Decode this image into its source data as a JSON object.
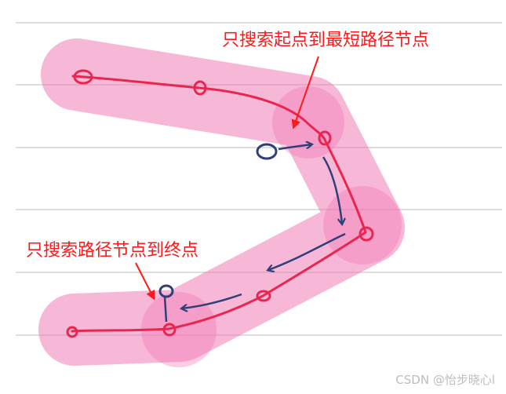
{
  "annotations": {
    "start_label": "只搜索起点到最短路径节点",
    "end_label": "只搜索路径节点到终点"
  },
  "watermark": "CSDN @怡步晓心l",
  "colors": {
    "annotation_red": "#ff1a1a",
    "path_red": "#e8264f",
    "search_blue": "#2f3f78",
    "highlight_pink": "#f06fb0",
    "ruled_line": "#d4d4d4"
  }
}
